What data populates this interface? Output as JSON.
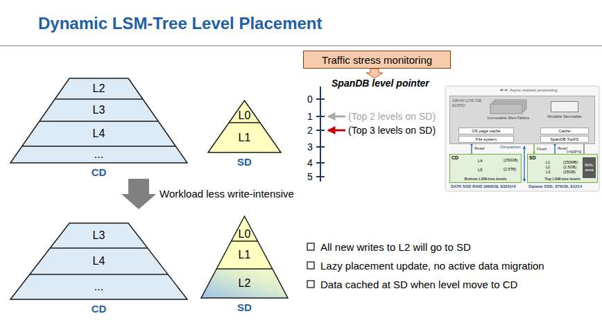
{
  "diagram": {
    "title": "Dynamic LSM-Tree Level Placement",
    "nodes": [
      {
        "text": [
          "CD"
        ]
      },
      {
        "text": [
          "L2"
        ],
        "in": 0
      },
      {
        "text": [
          "L3"
        ],
        "in": 0
      },
      {
        "text": [
          "L4"
        ],
        "in": 0
      },
      {
        "text": [
          "..."
        ],
        "in": 0
      },
      {
        "text": [
          "SD"
        ]
      },
      {
        "text": [
          "L0"
        ],
        "in": 5
      },
      {
        "text": [
          "L1"
        ],
        "in": 5
      },
      {
        "text": [
          "CD"
        ]
      },
      {
        "text": [
          "L3"
        ],
        "in": 8
      },
      {
        "text": [
          "L4"
        ],
        "in": 8
      },
      {
        "text": [
          "..."
        ],
        "in": 8
      },
      {
        "text": [
          "SD"
        ]
      },
      {
        "text": [
          "L0"
        ],
        "in": 12
      },
      {
        "text": [
          "L1"
        ],
        "in": 12
      },
      {
        "text": [
          "L2"
        ],
        "in": 12
      },
      {
        "text": [
          "Traffic stress monitoring"
        ]
      },
      {
        "text": [
          "DRAM (256 GB, $1850)"
        ]
      },
      {
        "text": [
          "Immutable MemTables"
        ],
        "in": 17
      },
      {
        "text": [
          "Mutable Memtable"
        ],
        "in": 17
      },
      {
        "text": [
          "OS page cache"
        ],
        "in": 17
      },
      {
        "text": [
          "File system"
        ],
        "in": 17
      },
      {
        "text": [
          "Cache"
        ],
        "in": 17
      },
      {
        "text": [
          "SpanDB TopFS"
        ],
        "in": 17
      },
      {
        "text": [
          "CD",
          "Bottom LSM-tree levels"
        ]
      },
      {
        "text": [
          "SD",
          "Top LSM-tree levels"
        ]
      },
      {
        "text": [
          "WAL area"
        ],
        "in": 25
      }
    ],
    "edges": [
      {
        "from": 24,
        "to": 21,
        "arrow": "to",
        "label": "Read"
      },
      {
        "from": 17,
        "to": 25,
        "arrow": "to",
        "label": "Flush"
      },
      {
        "from": 25,
        "to": 23,
        "arrow": "to",
        "label": "Read"
      },
      {
        "from": 17,
        "to": 26,
        "arrow": "to",
        "label": "Logging"
      }
    ],
    "labels": [
      "SpanDB level pointer",
      "0",
      "1",
      "2",
      "3",
      "4",
      "5",
      "(Top 2 levels on SD)",
      "(Top 3 levels on SD)",
      "Workload less write-intensive",
      "All new writes to L2 will go to SD",
      "Lazy placement update, no active data migration",
      "Data cached at SD when level move to CD",
      "Async request processing",
      "Compaction",
      "L4",
      "L5",
      "(250GB)",
      "(2.5TB)",
      "L1",
      "L2",
      "L3",
      "(250MB)",
      "(2.5GB)",
      "(25GB)",
      "SATA SSD RAID (960GB, $334)×5",
      "Optane SSD, 375GB, $1214"
    ]
  }
}
